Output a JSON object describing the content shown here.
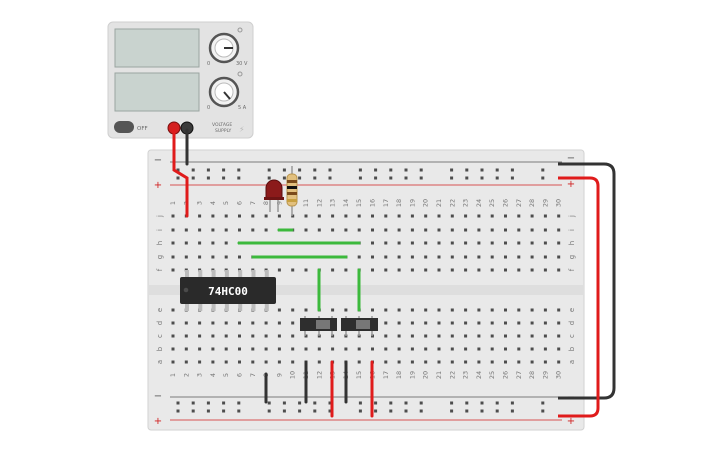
{
  "power_supply": {
    "voltage_max_label": "30 V",
    "current_max_label": "5 A",
    "knob_min_label": "0",
    "off_label": "OFF",
    "brand_line1": "VOLTAGE",
    "brand_line2": "SUPPLY",
    "voltage_display": "",
    "current_display": ""
  },
  "breadboard": {
    "columns": [
      "1",
      "2",
      "3",
      "4",
      "5",
      "6",
      "7",
      "8",
      "9",
      "10",
      "11",
      "12",
      "13",
      "14",
      "15",
      "16",
      "17",
      "18",
      "19",
      "20",
      "21",
      "22",
      "23",
      "24",
      "25",
      "26",
      "27",
      "28",
      "29",
      "30"
    ],
    "rows_upper": [
      "j",
      "i",
      "h",
      "g",
      "f"
    ],
    "rows_lower": [
      "e",
      "d",
      "c",
      "b",
      "a"
    ],
    "rail_minus": "−",
    "rail_plus": "+"
  },
  "chip": {
    "label": "74HC00"
  },
  "colors": {
    "red_wire": "#e01b1b",
    "black_wire": "#333333",
    "green_wire": "#3cb93c",
    "led": "#8b1a1a",
    "chip": "#2a2a2a",
    "board": "#e9e9e9"
  }
}
